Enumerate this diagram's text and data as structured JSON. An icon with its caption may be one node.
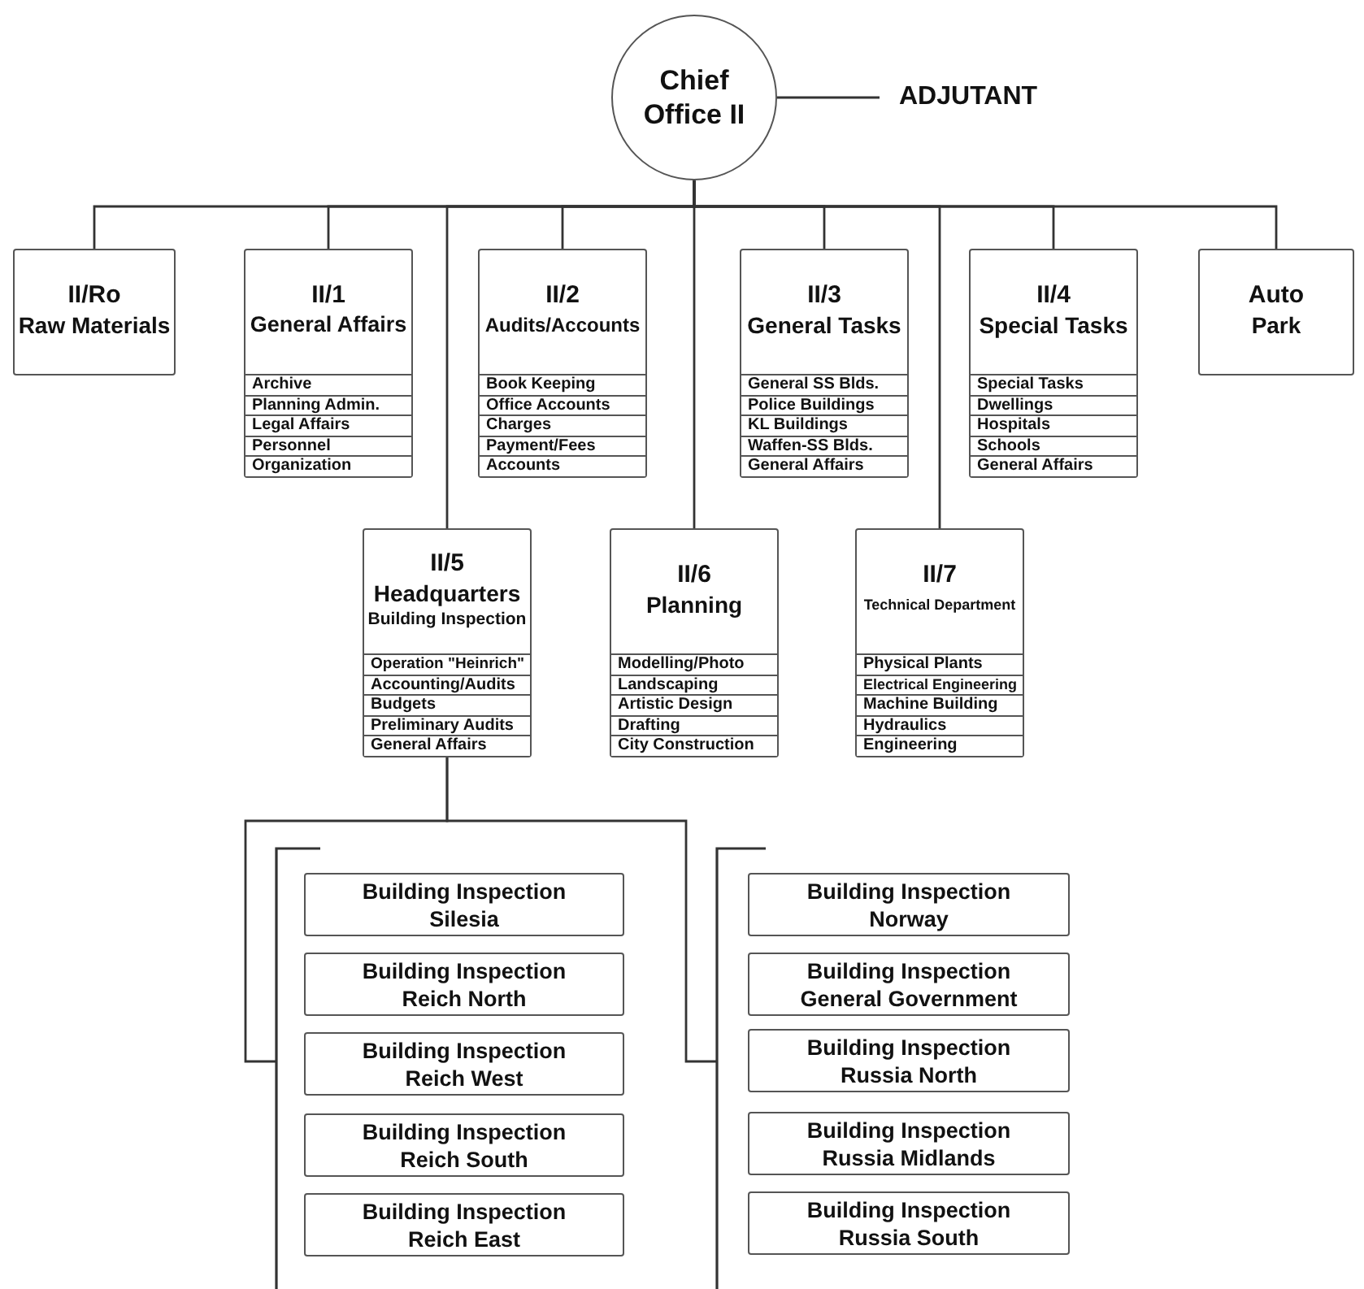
{
  "diagram": {
    "nodes": [
      {
        "text": [
          "Chief",
          "Office II"
        ]
      },
      {
        "text": [
          "ADJUTANT"
        ]
      },
      {
        "text": [
          "II/Ro",
          "Raw Materials"
        ]
      },
      {
        "text": [
          "II/1",
          "General Affairs"
        ]
      },
      {
        "text": [
          "Archive"
        ],
        "in": 3
      },
      {
        "text": [
          "Planning Admin."
        ],
        "in": 3
      },
      {
        "text": [
          "Legal Affairs"
        ],
        "in": 3
      },
      {
        "text": [
          "Personnel"
        ],
        "in": 3
      },
      {
        "text": [
          "Organization"
        ],
        "in": 3
      },
      {
        "text": [
          "II/2",
          "Audits/Accounts"
        ]
      },
      {
        "text": [
          "Book Keeping"
        ],
        "in": 9
      },
      {
        "text": [
          "Office Accounts"
        ],
        "in": 9
      },
      {
        "text": [
          "Charges"
        ],
        "in": 9
      },
      {
        "text": [
          "Payment/Fees"
        ],
        "in": 9
      },
      {
        "text": [
          "Accounts"
        ],
        "in": 9
      },
      {
        "text": [
          "II/3",
          "General Tasks"
        ]
      },
      {
        "text": [
          "General SS Blds."
        ],
        "in": 15
      },
      {
        "text": [
          "Police Buildings"
        ],
        "in": 15
      },
      {
        "text": [
          "KL Buildings"
        ],
        "in": 15
      },
      {
        "text": [
          "Waffen-SS Blds."
        ],
        "in": 15
      },
      {
        "text": [
          "General Affairs"
        ],
        "in": 15
      },
      {
        "text": [
          "II/4",
          "Special Tasks"
        ]
      },
      {
        "text": [
          "Special Tasks"
        ],
        "in": 21
      },
      {
        "text": [
          "Dwellings"
        ],
        "in": 21
      },
      {
        "text": [
          "Hospitals"
        ],
        "in": 21
      },
      {
        "text": [
          "Schools"
        ],
        "in": 21
      },
      {
        "text": [
          "General Affairs"
        ],
        "in": 21
      },
      {
        "text": [
          "Auto",
          "Park"
        ]
      },
      {
        "text": [
          "II/5",
          "Headquarters",
          "Building Inspection"
        ]
      },
      {
        "text": [
          "Operation \"Heinrich\""
        ],
        "in": 28
      },
      {
        "text": [
          "Accounting/Audits"
        ],
        "in": 28
      },
      {
        "text": [
          "Budgets"
        ],
        "in": 28
      },
      {
        "text": [
          "Preliminary Audits"
        ],
        "in": 28
      },
      {
        "text": [
          "General Affairs"
        ],
        "in": 28
      },
      {
        "text": [
          "II/6",
          "Planning"
        ]
      },
      {
        "text": [
          "Modelling/Photo"
        ],
        "in": 34
      },
      {
        "text": [
          "Landscaping"
        ],
        "in": 34
      },
      {
        "text": [
          "Artistic Design"
        ],
        "in": 34
      },
      {
        "text": [
          "Drafting"
        ],
        "in": 34
      },
      {
        "text": [
          "City Construction"
        ],
        "in": 34
      },
      {
        "text": [
          "II/7",
          "Technical Department"
        ]
      },
      {
        "text": [
          "Physical Plants"
        ],
        "in": 40
      },
      {
        "text": [
          "Electrical Engineering"
        ],
        "in": 40
      },
      {
        "text": [
          "Machine Building"
        ],
        "in": 40
      },
      {
        "text": [
          "Hydraulics"
        ],
        "in": 40
      },
      {
        "text": [
          "Engineering"
        ],
        "in": 40
      },
      {
        "text": [
          "Building Inspection",
          "Silesia"
        ]
      },
      {
        "text": [
          "Building Inspection",
          "Reich North"
        ]
      },
      {
        "text": [
          "Building Inspection",
          "Reich West"
        ]
      },
      {
        "text": [
          "Building Inspection",
          "Reich South"
        ]
      },
      {
        "text": [
          "Building Inspection",
          "Reich East"
        ]
      },
      {
        "text": [
          "Building Inspection",
          "Norway"
        ]
      },
      {
        "text": [
          "Building Inspection",
          "General Government"
        ]
      },
      {
        "text": [
          "Building Inspection",
          "Russia North"
        ]
      },
      {
        "text": [
          "Building Inspection",
          "Russia Midlands"
        ]
      },
      {
        "text": [
          "Building Inspection",
          "Russia South"
        ]
      },
      {
        "text": [],
        "shape": "bracket"
      },
      {
        "text": [],
        "shape": "bracket"
      }
    ],
    "edges": [
      {
        "from": 0,
        "to": 1,
        "arrow": "none"
      },
      {
        "from": 0,
        "to": 2,
        "arrow": "none"
      },
      {
        "from": 0,
        "to": 3,
        "arrow": "none"
      },
      {
        "from": 0,
        "to": 9,
        "arrow": "none"
      },
      {
        "from": 0,
        "to": 15,
        "arrow": "none"
      },
      {
        "from": 0,
        "to": 21,
        "arrow": "none"
      },
      {
        "from": 0,
        "to": 27,
        "arrow": "none"
      },
      {
        "from": 0,
        "to": 28,
        "arrow": "none"
      },
      {
        "from": 0,
        "to": 34,
        "arrow": "none"
      },
      {
        "from": 0,
        "to": 40,
        "arrow": "none"
      },
      {
        "from": 28,
        "to": 56,
        "arrow": "none"
      },
      {
        "from": 28,
        "to": 57,
        "arrow": "none"
      }
    ]
  }
}
